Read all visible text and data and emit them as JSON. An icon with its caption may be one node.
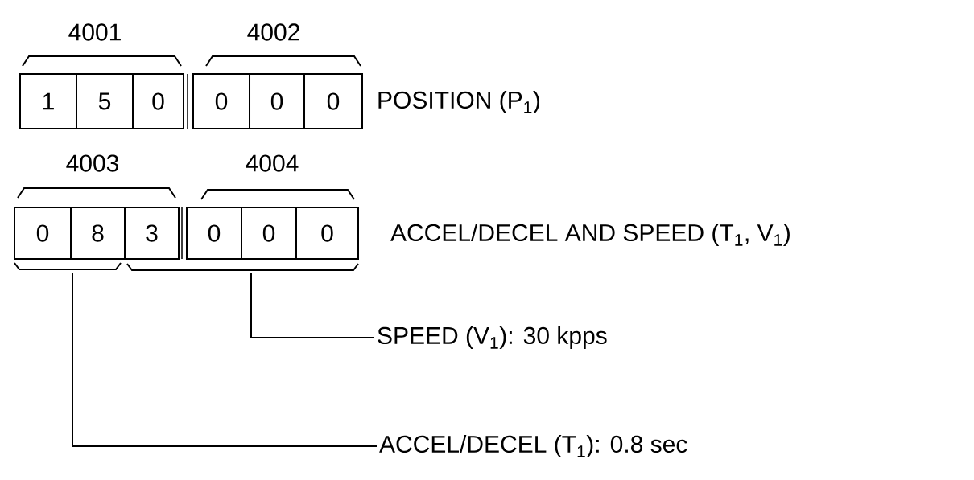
{
  "diagram": {
    "nodes": [
      {
        "text": [
          "1"
        ]
      },
      {
        "text": [
          "5"
        ]
      },
      {
        "text": [
          "0"
        ]
      },
      {
        "text": [
          "0"
        ]
      },
      {
        "text": [
          "0"
        ]
      },
      {
        "text": [
          "0"
        ]
      },
      {
        "text": [
          "0"
        ]
      },
      {
        "text": [
          "8"
        ]
      },
      {
        "text": [
          "3"
        ]
      },
      {
        "text": [
          "0"
        ]
      },
      {
        "text": [
          "0"
        ]
      },
      {
        "text": [
          "0"
        ]
      },
      {
        "text": [
          "SPEED (V$_{1}$): 30 kpps"
        ]
      },
      {
        "text": [
          "ACCEL/DECEL (T$_{1}$): 0.8 sec"
        ]
      }
    ],
    "edges": [
      {
        "from": 12,
        "to": null,
        "arrow": "none"
      },
      {
        "from": 13,
        "to": null,
        "arrow": "none"
      }
    ],
    "labels": [
      "4001",
      "4002",
      "POSITION (P$_{1}$)",
      "4003",
      "4004",
      "ACCEL/DECEL AND SPEED (T$_{1}$, V$_{1}$)"
    ]
  }
}
